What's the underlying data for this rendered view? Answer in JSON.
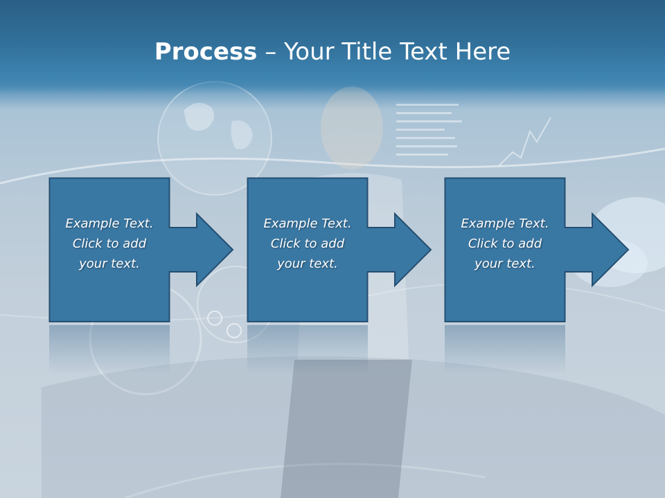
{
  "slide": {
    "title_bold": "Process",
    "title_rest": " – Your Title Text Here"
  },
  "process_steps": [
    {
      "line1": "Example Text.",
      "line2": "Click  to add",
      "line3": "your text."
    },
    {
      "line1": "Example Text.",
      "line2": "Click  to add",
      "line3": "your text."
    },
    {
      "line1": "Example Text.",
      "line2": "Click  to add",
      "line3": "your text."
    }
  ],
  "colors": {
    "box_fill": "#3a78a4",
    "box_stroke": "#244e70",
    "title_text": "#ffffff"
  }
}
